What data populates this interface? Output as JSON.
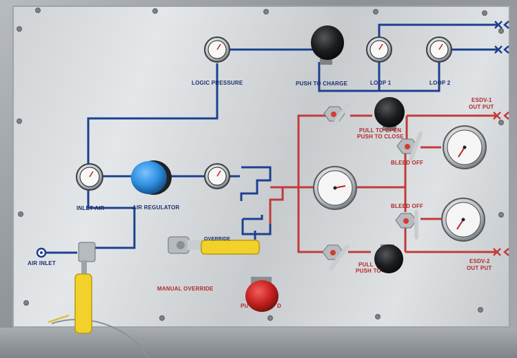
{
  "labels": {
    "logic_pressure": "LOGIC PRESSURE",
    "push_to_charge": "PUSH TO CHARGE",
    "loop_1": "LOOP 1",
    "loop_2": "LOOP 2",
    "esdv1_line1": "ESDV-1",
    "esdv1_line2": "OUT PUT",
    "pull_to_open_line1": "PULL TO OPEN",
    "pull_to_open_line2": "PUSH TO CLOSE",
    "bleed_off_top": "BLEED OFF",
    "inlet_air": "INLET AIR",
    "air_regulator": "AIR REGULATOR",
    "bleed_off_mid": "BLEED OFF",
    "air_inlet": "AIR INLET",
    "pull_lower_line1": "PULL",
    "pull_lower_line2": "PUSH TO",
    "esdv2_line1": "ESDV-2",
    "esdv2_line2": "OUT PUT",
    "manual_override": "MANUAL OVERRIDE",
    "override_valve_partial": "OVERRIDE",
    "red_button_partial_left": "PU",
    "red_button_partial_right": "D"
  },
  "colors": {
    "pneumatic_line": "#1c3f8f",
    "hydraulic_line": "#c23a3a",
    "valve_handle": "#f2d22a",
    "regulator_knob": "#2f8ee0",
    "knob_black": "#1b1b1d",
    "knob_red": "#c8221f"
  },
  "icons": {
    "gauge": "pressure-gauge-icon",
    "knob": "push-pull-knob-icon",
    "valve": "ball-valve-icon",
    "outlet": "outlet-arrow-icon"
  }
}
